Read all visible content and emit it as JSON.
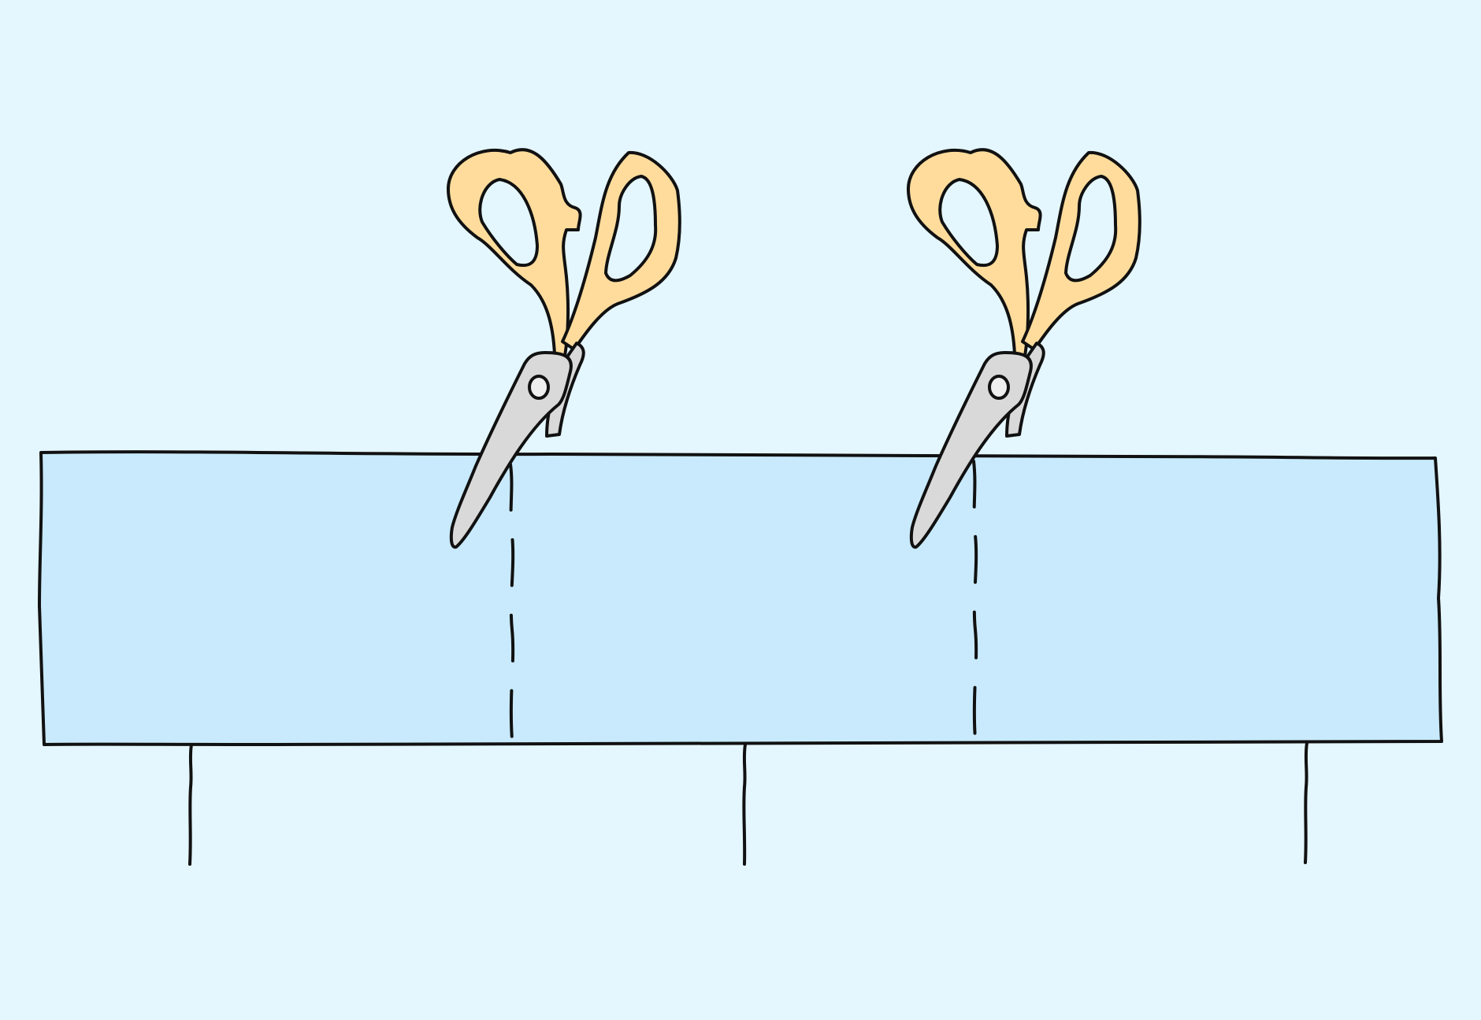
{
  "colors": {
    "background": "#E4F6FE",
    "paper_strip": "#C8EAFC",
    "outline": "#111111",
    "scissor_handle": "#FFDC9C",
    "scissor_blade": "#D9D9D9",
    "pivot_screw": "#EEEEEE"
  },
  "icons": [
    "scissors-icon",
    "scissors-icon"
  ],
  "elements": {
    "paper_strip": "paper-strip",
    "cut_guides": "dashed-cut-guide",
    "support_lines": "support-line"
  }
}
